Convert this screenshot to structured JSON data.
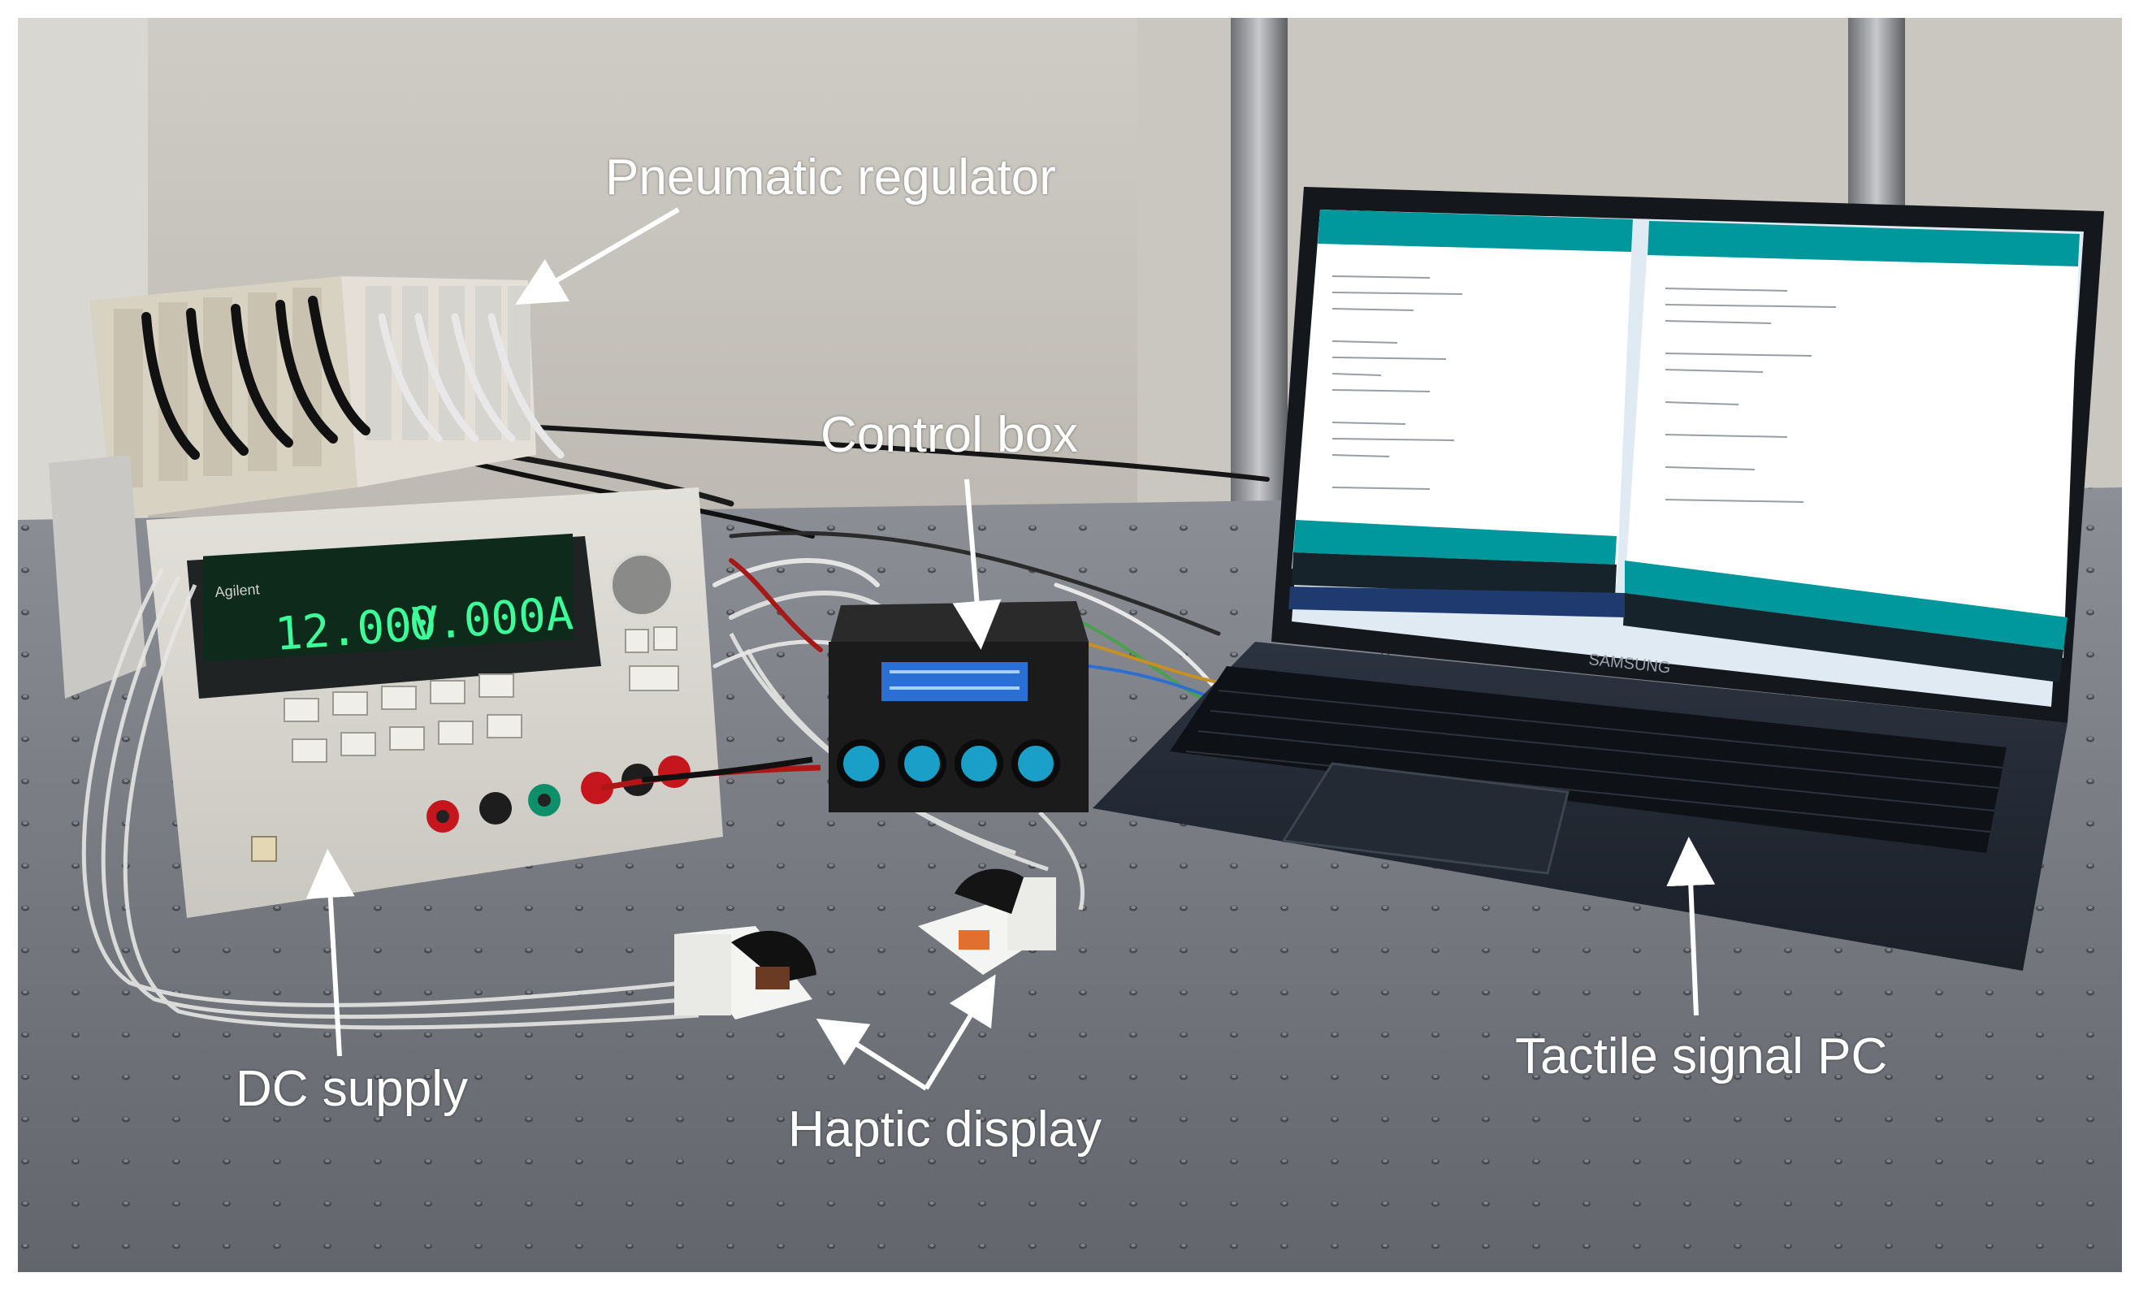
{
  "labels": {
    "pneumatic_regulator": "Pneumatic regulator",
    "control_box": "Control box",
    "dc_supply": "DC supply",
    "haptic_display": "Haptic display",
    "tactile_signal_pc": "Tactile signal PC"
  },
  "power_supply": {
    "voltage_readout": "12.00V",
    "current_readout": "0.000A",
    "brand": "Agilent"
  },
  "laptop": {
    "brand": "SAMSUNG"
  },
  "colors": {
    "label_text": "#ffffff",
    "table": "#7d8289",
    "wall": "#d6d3cc",
    "lcd_blue": "#2a6fd6",
    "ide_teal": "#00979d",
    "ps_display": "#0d2a1a",
    "ps_digits": "#3dff9a",
    "knob_blue": "#1aa0c8"
  }
}
